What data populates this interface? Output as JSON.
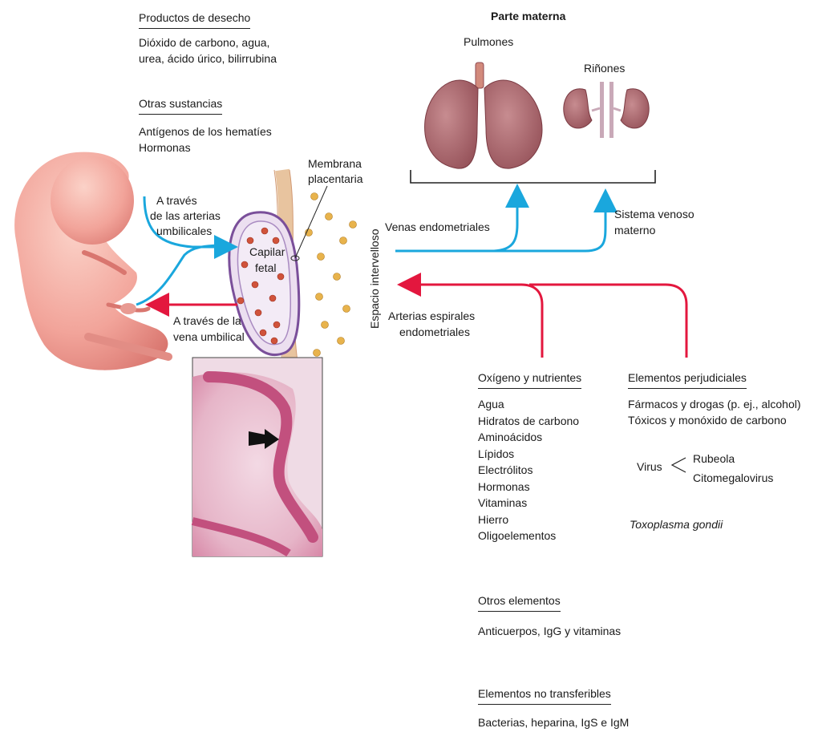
{
  "waste": {
    "title": "Productos de desecho",
    "line1": "Dióxido de carbono, agua,",
    "line2": "urea, ácido úrico, bilirrubina"
  },
  "other": {
    "title": "Otras sustancias",
    "line1": "Antígenos de los hematíes",
    "line2": "Hormonas"
  },
  "maternal": {
    "title": "Parte materna",
    "lungs": "Pulmones",
    "kidneys": "Riñones",
    "venous_system_1": "Sistema venoso",
    "venous_system_2": "materno",
    "endometrial_veins": "Venas endometriales",
    "spiral_arteries_1": "Arterias espirales",
    "spiral_arteries_2": "endometriales",
    "intervillous_space": "Espacio intervelloso"
  },
  "fetal": {
    "umbilical_arteries_1": "A través",
    "umbilical_arteries_2": "de las arterias",
    "umbilical_arteries_3": "umbilicales",
    "umbilical_vein_1": "A través de la",
    "umbilical_vein_2": "vena umbilical",
    "membrane_1": "Membrana",
    "membrane_2": "placentaria",
    "capillary_1": "Capilar",
    "capillary_2": "fetal"
  },
  "nutrients": {
    "title": "Oxígeno y nutrientes",
    "items": [
      "Agua",
      "Hidratos de carbono",
      "Aminoácidos",
      "Lípidos",
      "Electrólitos",
      "Hormonas",
      "Vitaminas",
      "Hierro",
      "Oligoelementos"
    ]
  },
  "harmful": {
    "title": "Elementos perjudiciales",
    "line1": "Fármacos y drogas (p. ej., alcohol)",
    "line2": "Tóxicos y monóxido de carbono",
    "virus_label": "Virus",
    "virus_1": "Rubeola",
    "virus_2": "Citomegalovirus",
    "parasite": "Toxoplasma gondii"
  },
  "other_elements": {
    "title": "Otros elementos",
    "line1": "Anticuerpos, IgG y vitaminas"
  },
  "non_transferable": {
    "title": "Elementos no transferibles",
    "line1": "Bacterias, heparina, IgS e IgM"
  },
  "colors": {
    "blue_arrow": "#1aa7dd",
    "red_arrow": "#e3173e",
    "organ": "#a9656b",
    "fetus": "#f2a49a",
    "capillary_outline": "#7a4f9a"
  }
}
